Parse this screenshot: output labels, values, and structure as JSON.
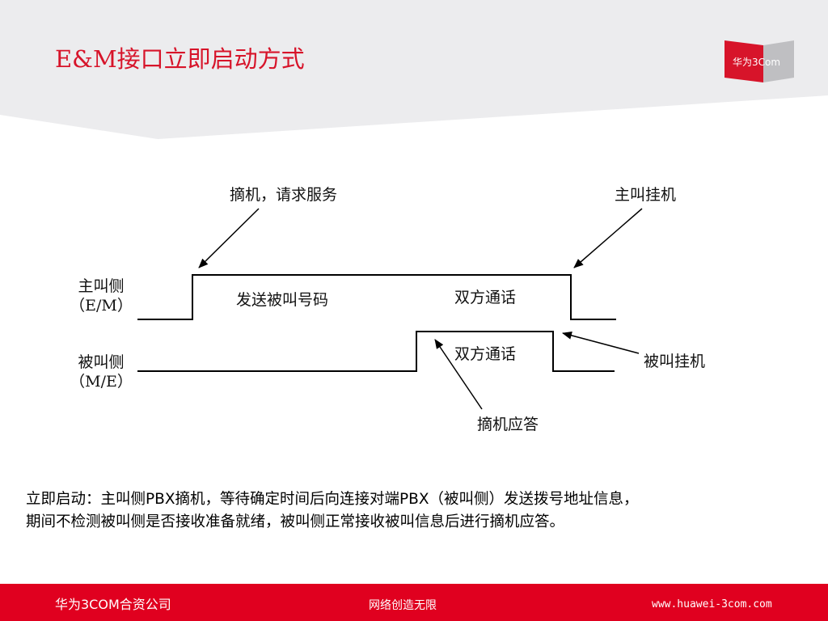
{
  "slide": {
    "title": "E&M接口立即启动方式",
    "logo_text": "华为3Com"
  },
  "diagram": {
    "caller_side": {
      "line1": "主叫侧",
      "line2": "（E/M）"
    },
    "callee_side": {
      "line1": "被叫侧",
      "line2": "（M/E）"
    },
    "labels": {
      "offhook_request": "摘机，请求服务",
      "caller_onhook": "主叫挂机",
      "send_number": "发送被叫号码",
      "talk_top": "双方通话",
      "talk_bottom": "双方通话",
      "callee_onhook": "被叫挂机",
      "offhook_answer": "摘机应答"
    }
  },
  "description": {
    "line1": "立即启动：主叫侧PBX摘机，等待确定时间后向连接对端PBX（被叫侧）发送拨号地址信息，",
    "line2": "期间不检测被叫侧是否接收准备就绪，被叫侧正常接收被叫信息后进行摘机应答。"
  },
  "footer": {
    "company": "华为3COM合资公司",
    "slogan": "网络创造无限",
    "url": "www.huawei-3com.com"
  },
  "colors": {
    "accent": "#d7142a",
    "footer_bg": "#e0001f",
    "header_bg": "#ececee"
  }
}
